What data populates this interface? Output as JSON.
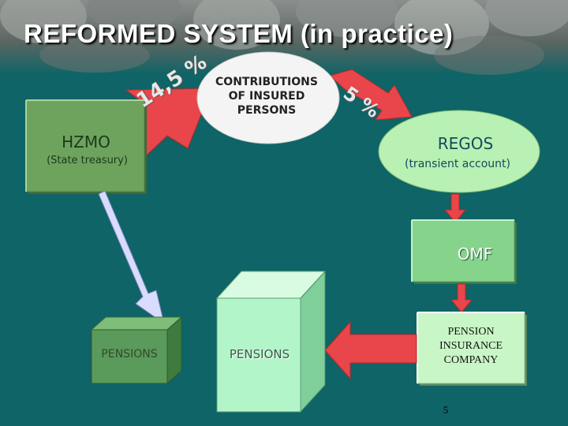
{
  "title": "REFORMED SYSTEM (in practice)",
  "contributions": {
    "lines": [
      "CONTRIBUTIONS",
      "OF INSURED",
      "PERSONS"
    ]
  },
  "hzmo": {
    "name": "HZMO",
    "subtitle": "(State treasury)"
  },
  "percent_left": "14,5 %",
  "percent_right": "5 %",
  "regos": {
    "name": "REGOS",
    "subtitle": "(transient account)"
  },
  "omf": {
    "name": "OMF"
  },
  "pension_company": {
    "lines": [
      "PENSION",
      "INSURANCE",
      "COMPANY"
    ]
  },
  "pensions_small": "PENSIONS",
  "pensions_big": "PENSIONS",
  "page_number": "5",
  "colors": {
    "background": "#0e6466",
    "arrow_red": "#e8464a",
    "hzmo_box": "#6ea35e",
    "regos_oval": "#b9f0b3",
    "omf_box": "#86d48c",
    "company_box": "#c9f6c6",
    "cube_small": "#5a9a5a",
    "cube_big": "#b2f5c8",
    "lavender_arrow": "#d8dcff"
  }
}
